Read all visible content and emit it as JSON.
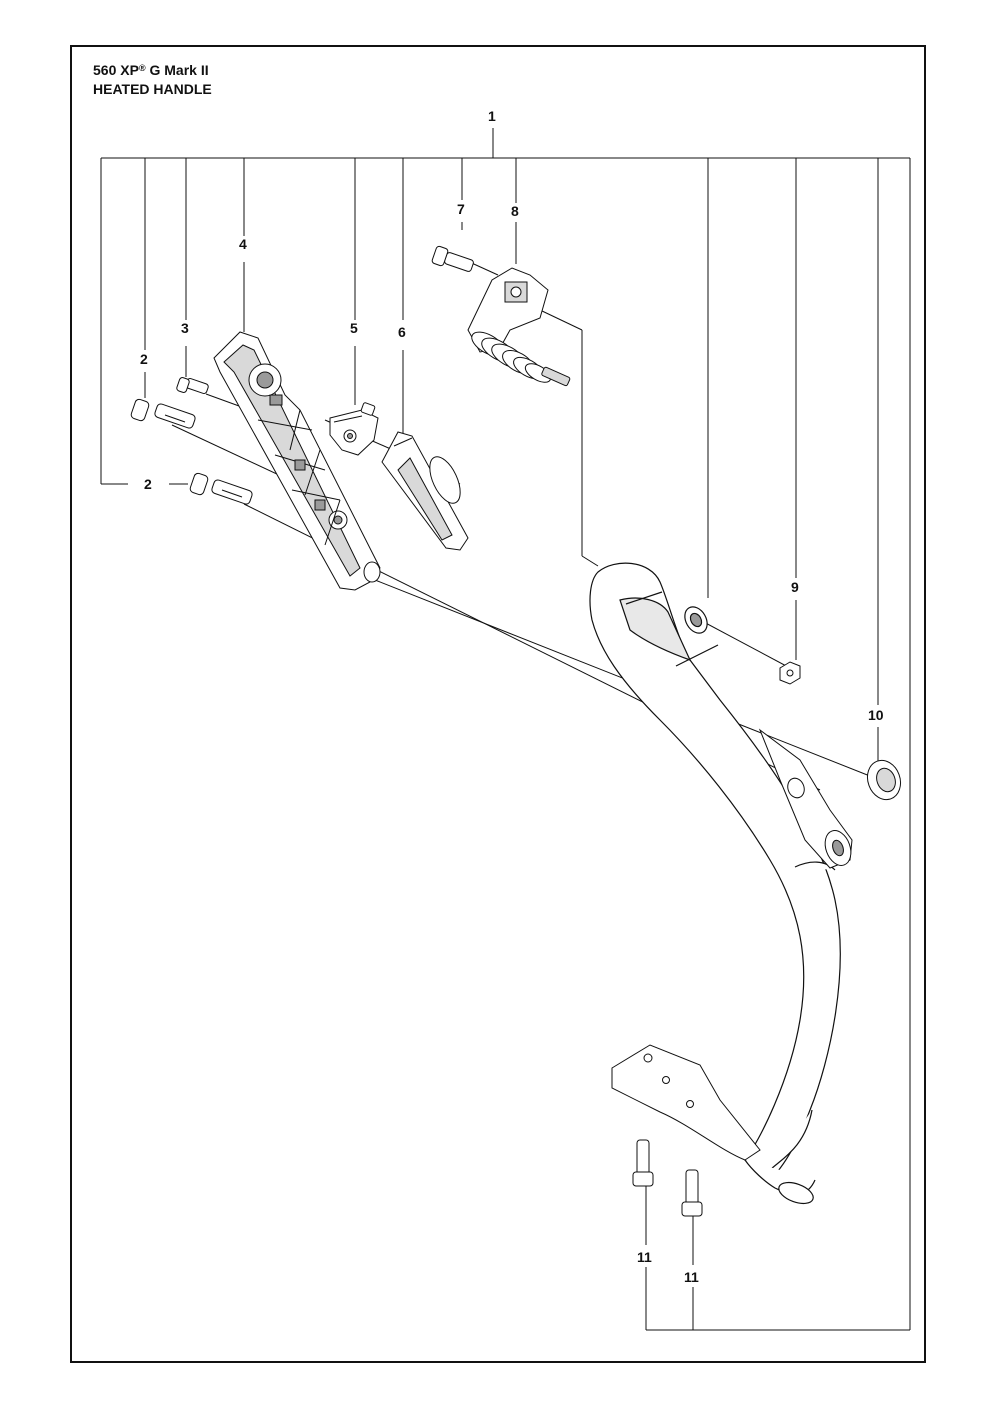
{
  "header": {
    "model_prefix": "560 XP",
    "model_registered_mark": "®",
    "model_suffix": " G Mark II",
    "section_title": "HEATED HANDLE"
  },
  "callouts": {
    "c1": "1",
    "c2a": "2",
    "c2b": "2",
    "c3": "3",
    "c4": "4",
    "c5": "5",
    "c6": "6",
    "c7": "7",
    "c8": "8",
    "c9": "9",
    "c10": "10",
    "c11a": "11",
    "c11b": "11"
  },
  "colors": {
    "line": "#111111",
    "part_fill": "#ffffff",
    "shade": "#d9d9d9",
    "dark_shade": "#9a9a9a"
  }
}
